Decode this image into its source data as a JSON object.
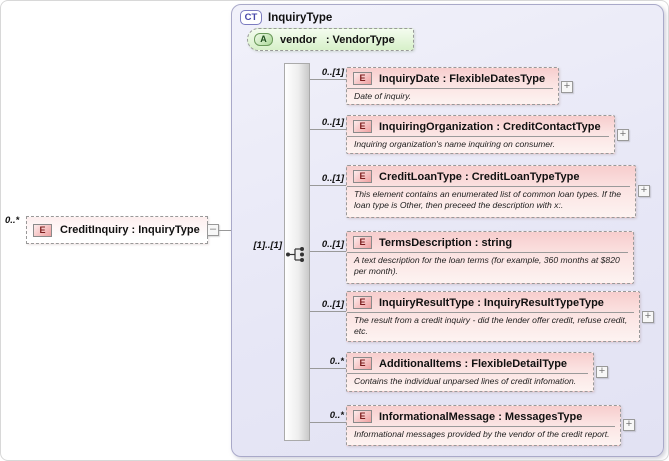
{
  "root": {
    "cardinality": "0..*",
    "badge": "E",
    "label": "CreditInquiry : InquiryType",
    "collapse_label": "–"
  },
  "complex_type": {
    "badge": "CT",
    "title": "InquiryType",
    "attribute": {
      "badge": "A",
      "label": "vendor   : VendorType"
    },
    "sequence": {
      "cardinality": "[1]..[1]"
    },
    "children": [
      {
        "badge": "E",
        "cardinality": "0..[1]",
        "label": "InquiryDate : FlexibleDatesType",
        "annotation": "Date of inquiry.",
        "expand_label": "+"
      },
      {
        "badge": "E",
        "cardinality": "0..[1]",
        "label": "InquiringOrganization : CreditContactType",
        "annotation": "Inquiring organization's name inquiring on consumer.",
        "expand_label": "+"
      },
      {
        "badge": "E",
        "cardinality": "0..[1]",
        "label": "CreditLoanType : CreditLoanTypeType",
        "annotation": "This element contains an enumerated list of common loan types. If the loan type is Other, then preceed the description with x:.",
        "expand_label": "+"
      },
      {
        "badge": "E",
        "cardinality": "0..[1]",
        "label": "TermsDescription : string",
        "annotation": "A text description for the loan terms (for example, 360 months at $820 per month).",
        "expand_label": "+"
      },
      {
        "badge": "E",
        "cardinality": "0..[1]",
        "label": "InquiryResultType : InquiryResultTypeType",
        "annotation": "The result from a credit inquiry - did the lender offer credit, refuse credit, etc.",
        "expand_label": "+"
      },
      {
        "badge": "E",
        "cardinality": "0..*",
        "label": "AdditionalItems : FlexibleDetailType",
        "annotation": "Contains the individual unparsed lines of credit infomation.",
        "expand_label": "+"
      },
      {
        "badge": "E",
        "cardinality": "0..*",
        "label": "InformationalMessage : MessagesType",
        "annotation": "Informational messages provided by the vendor of the credit report.",
        "expand_label": "+"
      }
    ]
  },
  "colors": {
    "container_fill": "#e8e8f6",
    "container_border": "#a9a9c9",
    "element_fill_top": "#f7cdcd",
    "element_fill_bottom": "#fdf3f1",
    "attribute_fill": "#d7f0c9",
    "badge_element": "#ef9f9f",
    "badge_attribute": "#abd899",
    "badge_complextype_text": "#4646a8"
  }
}
